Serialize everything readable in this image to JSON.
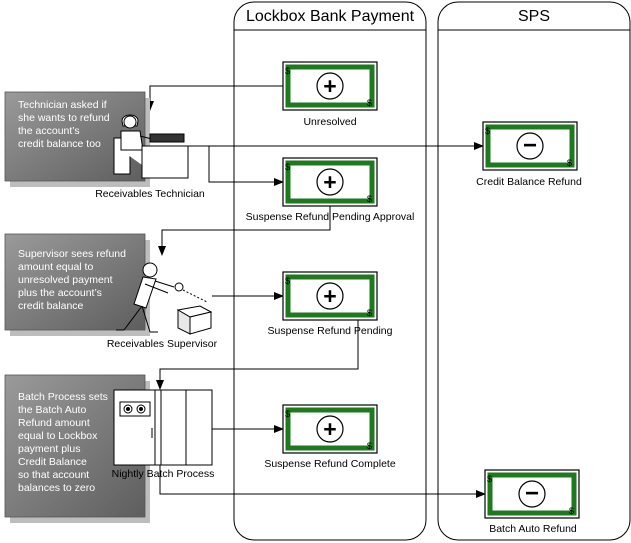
{
  "lanes": {
    "lockbox": "Lockbox Bank Payment",
    "sps": "SPS"
  },
  "checks": {
    "unresolved": {
      "label": "Unresolved",
      "sign": "+"
    },
    "pending_approval": {
      "label": "Suspense Refund Pending Approval",
      "sign": "+"
    },
    "pending": {
      "label": "Suspense Refund Pending",
      "sign": "+"
    },
    "complete": {
      "label": "Suspense Refund Complete",
      "sign": "+"
    },
    "credit_balance_refund": {
      "label": "Credit Balance Refund",
      "sign": "−"
    },
    "batch_auto_refund": {
      "label": "Batch Auto Refund",
      "sign": "−"
    },
    "currency_symbol": "$"
  },
  "actors": {
    "technician": "Receivables Technician",
    "supervisor": "Receivables Supervisor",
    "batch": "Nightly Batch Process"
  },
  "notes": {
    "technician": [
      "Technician asked if",
      "she wants to refund",
      "the account’s",
      "credit balance too"
    ],
    "supervisor": [
      "Supervisor sees refund",
      "amount equal to",
      "unresolved payment",
      "plus the account’s",
      "credit balance"
    ],
    "batch": [
      "Batch Process sets",
      "the Batch Auto",
      "Refund amount",
      "equal to Lockbox",
      "payment plus",
      "Credit Balance",
      "so that account",
      "balances to zero"
    ]
  },
  "colors": {
    "check_band": "#1f7a1f",
    "note_fill": "#7f7f7f"
  }
}
